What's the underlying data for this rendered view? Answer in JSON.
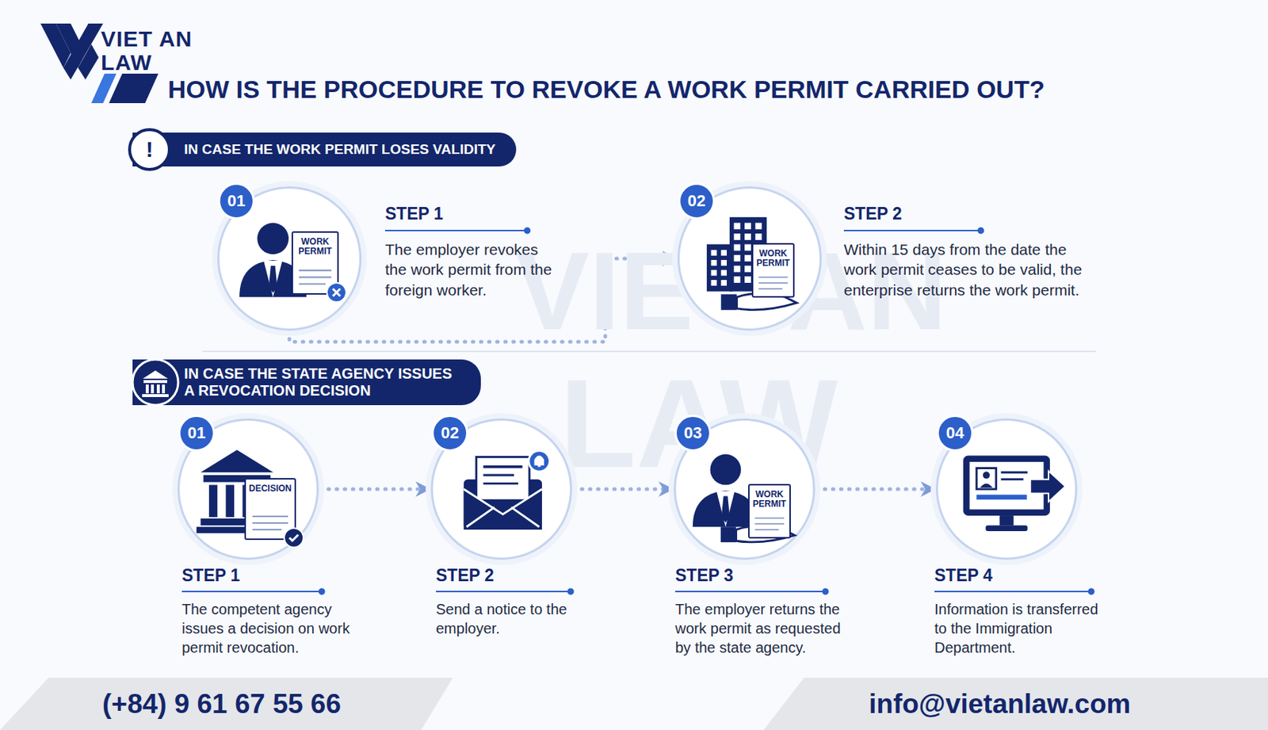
{
  "diagram": {
    "title": "HOW IS THE PROCEDURE TO REVOKE A WORK PERMIT CARRIED OUT?",
    "nodes": [
      {
        "text": [
          "IN CASE THE WORK PERMIT LOSES VALIDITY"
        ]
      },
      {
        "text": [
          "!"
        ],
        "in": 0
      },
      {
        "text": [
          "01"
        ]
      },
      {
        "text": [
          "WORK PERMIT"
        ],
        "in": 2
      },
      {
        "text": [
          "02"
        ]
      },
      {
        "text": [
          "WORK PERMIT"
        ],
        "in": 4
      },
      {
        "text": [
          "IN CASE THE STATE AGENCY ISSUES A REVOCATION DECISION"
        ]
      },
      {
        "text": [
          "01"
        ]
      },
      {
        "text": [
          "DECISION"
        ],
        "in": 7
      },
      {
        "text": [
          "02"
        ]
      },
      {
        "text": [
          "03"
        ]
      },
      {
        "text": [
          "WORK PERMIT"
        ],
        "in": 10
      },
      {
        "text": [
          "04"
        ]
      }
    ],
    "edges": [
      {
        "from": 2,
        "to": 4,
        "arrow": "to"
      },
      {
        "from": 7,
        "to": 9,
        "arrow": "to"
      },
      {
        "from": 9,
        "to": 10,
        "arrow": "to"
      },
      {
        "from": 10,
        "to": 12,
        "arrow": "to"
      }
    ],
    "labels": [
      "VIET AN",
      "LAW",
      "VIET AN",
      "LAW",
      "STEP 1",
      "The employer revokes the work permit from the foreign worker.",
      "STEP 2",
      "Within 15 days from the date the work permit ceases to be valid, the enterprise returns the work permit.",
      "STEP 1",
      "The competent agency issues a decision on work permit revocation.",
      "STEP 2",
      "Send a notice to the employer.",
      "STEP 3",
      "The employer returns the work permit as requested by the state agency.",
      "STEP 4",
      "Information is transferred to the Immigration Department.",
      "(+84) 9 61 67 55 66",
      "info@vietanlaw.com"
    ]
  }
}
